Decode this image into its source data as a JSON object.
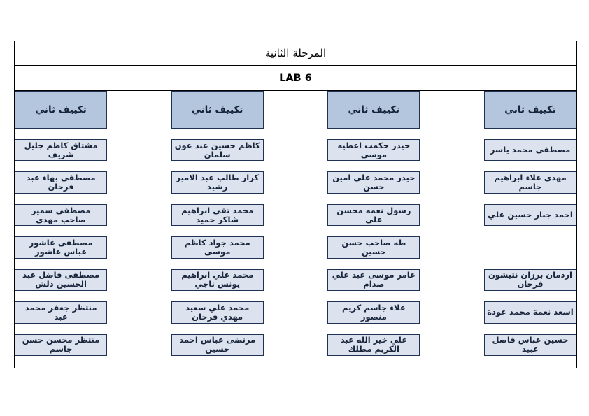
{
  "document": {
    "title": "المرحلة الثانية",
    "lab_label": "LAB 6"
  },
  "colors": {
    "header_fill": "#b4c6dd",
    "cell_fill": "#dce3ef",
    "border": "#1f3251",
    "frame": "#000000",
    "text": "#17243a",
    "page_background": "#ffffff"
  },
  "table": {
    "column_header_label": "تكييف ثاني",
    "columns": [
      {
        "index": 1,
        "header": "تكييف ثاني",
        "cells": [
          "مصطفى محمد ياسر",
          "مهدي علاء ابراهيم جاسم",
          "احمد جبار حسين علي",
          "",
          "اردمان برزان نتيشون فرحان",
          "اسعد نعمة محمد عودة",
          "حسين عباس فاضل عبيد"
        ]
      },
      {
        "index": 2,
        "header": "تكييف ثاني",
        "cells": [
          "حيدر حكمت اعطيه موسى",
          "حيدر محمد علي امين حسن",
          "رسول نعمه محسن علي",
          "طه صاحب حسن حسين",
          "عامر موسى عبد علي صدام",
          "علاء جاسم كريم منصور",
          "علي خير الله عبد الكريم مطلك"
        ]
      },
      {
        "index": 3,
        "header": "تكييف ثاني",
        "cells": [
          "كاظم حسين عبد عون سلمان",
          "كرار طالب عبد الامير رشيد",
          "محمد تقي ابراهيم شاكر حميد",
          "محمد جواد كاظم موسى",
          "محمد علي ابراهيم يونس ناجي",
          "محمد علي سعيد مهدي فرحان",
          "مرتضى عباس احمد حسين"
        ]
      },
      {
        "index": 4,
        "header": "تكييف ثاني",
        "cells": [
          "مشتاق كاظم جليل شريف",
          "مصطفى بهاء عبد فرحان",
          "مصطفى سمير صاحب مهدي",
          "مصطفى عاشور عباس عاشور",
          "مصطفى فاضل عبد الحسين دلش",
          "منتظر جعفر محمد عبد",
          "منتظر محسن حسن جاسم"
        ]
      }
    ]
  }
}
